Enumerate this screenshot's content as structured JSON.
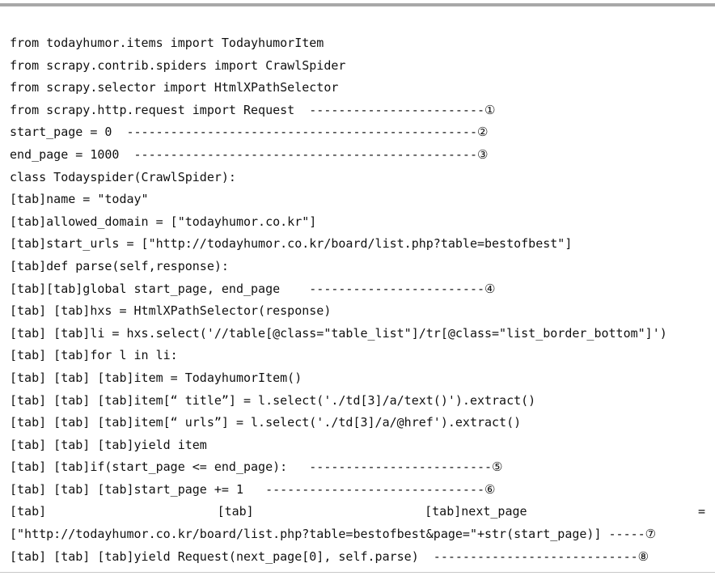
{
  "code": {
    "lines": [
      "from todayhumor.items import TodayhumorItem",
      "from scrapy.contrib.spiders import CrawlSpider",
      "from scrapy.selector import HtmlXPathSelector",
      "from scrapy.http.request import Request  ------------------------①",
      "start_page = 0  ------------------------------------------------②",
      "end_page = 1000  -----------------------------------------------③",
      "class Todayspider(CrawlSpider):",
      "[tab]name = \"today\"",
      "[tab]allowed_domain = [\"todayhumor.co.kr\"]",
      "[tab]start_urls = [\"http://todayhumor.co.kr/board/list.php?table=bestofbest\"]",
      "[tab]def parse(self,response):",
      "[tab][tab]global start_page, end_page    ------------------------④",
      "[tab] [tab]hxs = HtmlXPathSelector(response)",
      "[tab] [tab]li = hxs.select('//table[@class=\"table_list\"]/tr[@class=\"list_border_bottom\"]')",
      "[tab] [tab]for l in li:",
      "[tab] [tab] [tab]item = TodayhumorItem()",
      "[tab] [tab] [tab]item[“ title”] = l.select('./td[3]/a/text()').extract()",
      "[tab] [tab] [tab]item[“ urls”] = l.select('./td[3]/a/@href').extract()",
      "[tab] [tab] [tab]yield item",
      "[tab] [tab]if(start_page <= end_page):   -------------------------⑤",
      "[tab] [tab] [tab]start_page += 1   ------------------------------⑥"
    ],
    "justified_line": [
      "[tab]",
      "[tab]",
      "[tab]next_page",
      "="
    ],
    "tail_lines": [
      "[\"http://todayhumor.co.kr/board/list.php?table=bestofbest&page=\"+str(start_page)] -----⑦",
      "[tab] [tab] [tab]yield Request(next_page[0], self.parse)  ----------------------------⑧"
    ]
  }
}
